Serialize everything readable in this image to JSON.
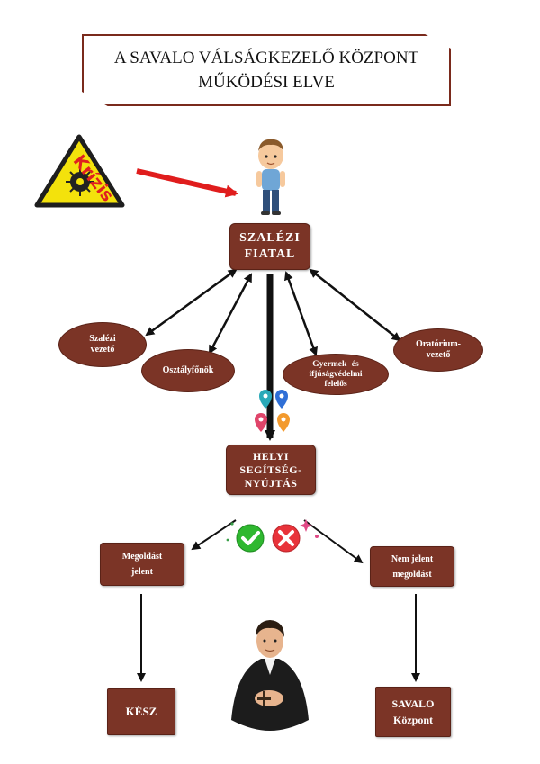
{
  "title": {
    "line1": "A SAVALO VÁLSÁGKEZELŐ KÖZPONT",
    "line2": "MŰKÖDÉSI ELVE"
  },
  "warning": {
    "label": "Krízis",
    "icon": "virus-warning-icon",
    "colors": {
      "sign": "#f3e20c",
      "label": "#e02020",
      "arrow": "#e01d1d"
    }
  },
  "central": {
    "line1": "SZALÉZI",
    "line2": "FIATAL"
  },
  "helpers": [
    {
      "line1": "Szalézi",
      "line2": "vezető"
    },
    {
      "line1": "Osztályfőnök",
      "line2": ""
    },
    {
      "line1": "Gyermek- és",
      "line2": "ifjúságvédelmi",
      "line3": "felelős"
    },
    {
      "line1": "Oratórium-",
      "line2": "vezető"
    }
  ],
  "local_help": {
    "line1": "HELYI",
    "line2": "SEGÍTSÉG-",
    "line3": "NYÚJTÁS"
  },
  "outcomes": {
    "solution": {
      "line1": "Megoldást",
      "line2": "jelent"
    },
    "no_solution": {
      "line1": "Nem jelent",
      "line2": "megoldást"
    }
  },
  "results": {
    "done": "KÉSZ",
    "savalo": {
      "line1": "SAVALO",
      "line2": "Központ"
    }
  },
  "colors": {
    "box_fill": "#7b3426",
    "box_border": "#5a2217",
    "title_border": "#7a2a1c",
    "check": "#2fb830",
    "cross": "#e8333a"
  }
}
